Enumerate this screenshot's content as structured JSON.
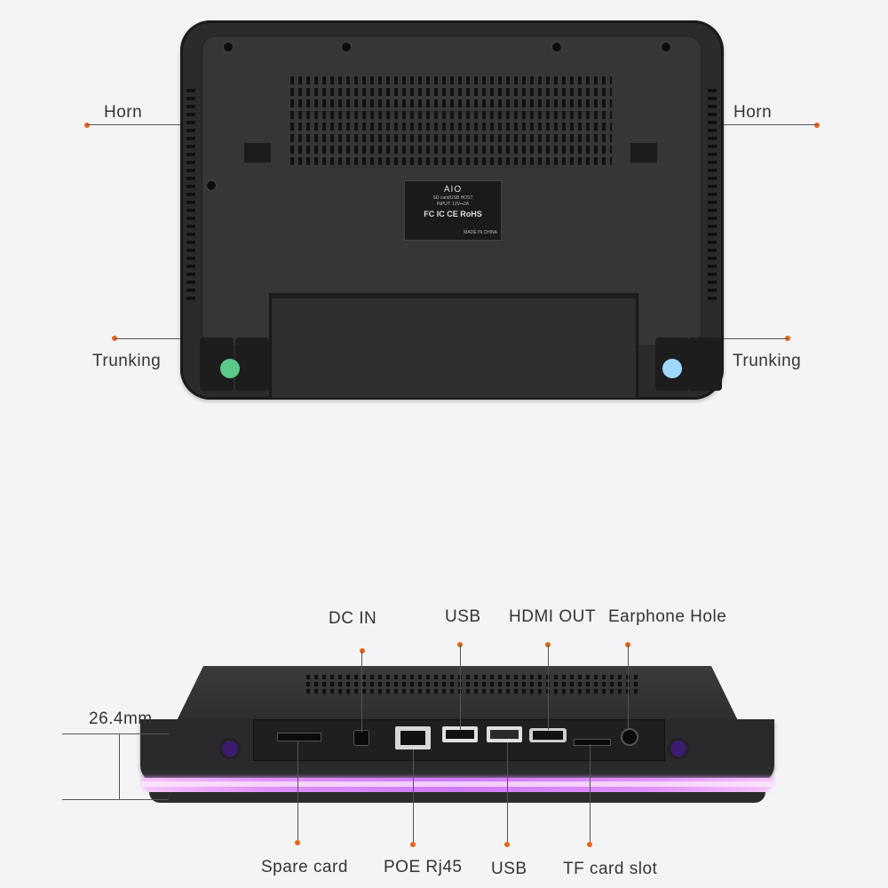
{
  "top_view": {
    "device_plate": {
      "brand": "AIO",
      "line1": "SD card/USB HOST",
      "line2": "INPUT: 12V⎓2A",
      "certs": "FC IC CE RoHS",
      "made_in": "MADE IN CHINA"
    },
    "callouts": {
      "horn_left": "Horn",
      "horn_right": "Horn",
      "trunking_left": "Trunking",
      "trunking_right": "Trunking"
    }
  },
  "side_view": {
    "dimension": "26.4mm",
    "callouts_top": {
      "dc_in": "DC IN",
      "usb_top": "USB",
      "hdmi_out": "HDMI OUT",
      "earphone_hole": "Earphone Hole"
    },
    "callouts_bottom": {
      "spare_card": "Spare card",
      "poe_rj45": "POE Rj45",
      "usb_bottom": "USB",
      "tf_card_slot": "TF card slot"
    }
  },
  "colors": {
    "accent_dot": "#e8651a",
    "device_body": "#2b2b2d",
    "edge_glow": "#d07aff",
    "button_green": "#5ac98a",
    "button_blue": "#9fd7ff"
  }
}
